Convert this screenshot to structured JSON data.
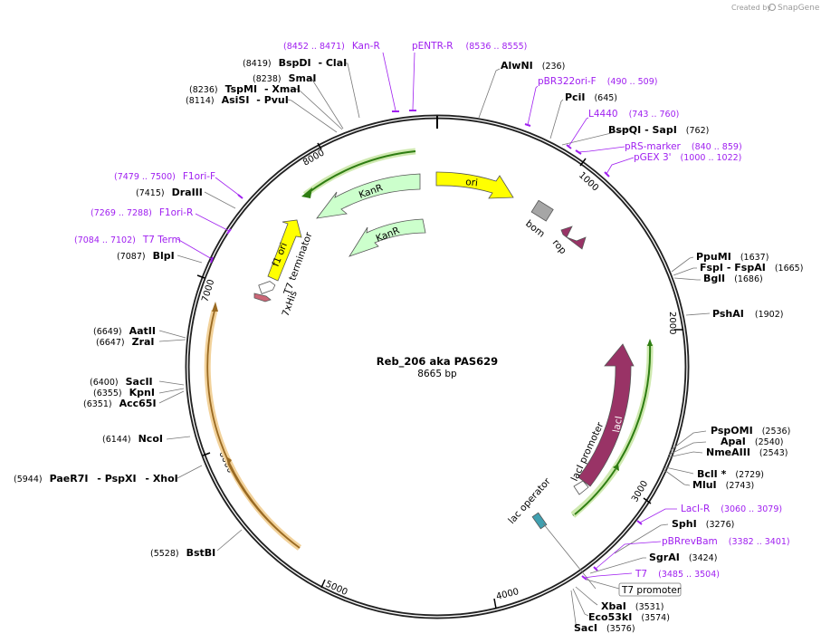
{
  "header": {
    "created_by": "Created by",
    "brand": "SnapGene"
  },
  "plasmid": {
    "name": "Reb_206 aka PAS629",
    "size": "8665 bp"
  },
  "ticks": [
    "1000",
    "2000",
    "3000",
    "4000",
    "5000",
    "6000",
    "7000",
    "8000"
  ],
  "enzymes": [
    {
      "name": "AlwNI",
      "pos": "(236)"
    },
    {
      "name": "PciI",
      "pos": "(645)"
    },
    {
      "name": "BspQI",
      "sep": " - ",
      "name2": "SapI",
      "pos": "(762)"
    },
    {
      "name": "PpuMI",
      "pos": "(1637)"
    },
    {
      "name": "FspI",
      "sep": " - ",
      "name2": "FspAI",
      "pos": "(1665)"
    },
    {
      "name": "BglI",
      "pos": "(1686)"
    },
    {
      "name": "PshAI",
      "pos": "(1902)"
    },
    {
      "name": "PspOMI",
      "pos": "(2536)"
    },
    {
      "name": "ApaI",
      "pos": "(2540)"
    },
    {
      "name": "NmeAIII",
      "pos": "(2543)"
    },
    {
      "name": "BclI *",
      "pos": "(2729)"
    },
    {
      "name": "MluI",
      "pos": "(2743)"
    },
    {
      "name": "SphI",
      "pos": "(3276)"
    },
    {
      "name": "SgrAI",
      "pos": "(3424)"
    },
    {
      "name": "XbaI",
      "pos": "(3531)"
    },
    {
      "name": "Eco53kI",
      "pos": "(3574)"
    },
    {
      "name": "SacI",
      "pos": "(3576)"
    },
    {
      "name": "BstBI",
      "pos": "(5528)"
    },
    {
      "name": "PaeR7I",
      "sep": " - ",
      "name2": "PspXI",
      "sep2": " - ",
      "name3": "XhoI",
      "pos": "(5944)"
    },
    {
      "name": "NcoI",
      "pos": "(6144)"
    },
    {
      "name": "Acc65I",
      "pos": "(6351)"
    },
    {
      "name": "KpnI",
      "pos": "(6355)"
    },
    {
      "name": "SacII",
      "pos": "(6400)"
    },
    {
      "name": "ZraI",
      "pos": "(6647)"
    },
    {
      "name": "AatII",
      "pos": "(6649)"
    },
    {
      "name": "BlpI",
      "pos": "(7087)"
    },
    {
      "name": "DraIII",
      "pos": "(7415)"
    },
    {
      "name": "AsiSI",
      "sep": " - ",
      "name2": "PvuI",
      "pos": "(8114)"
    },
    {
      "name": "TspMI",
      "sep": " - ",
      "name2": "XmaI",
      "pos": "(8236)"
    },
    {
      "name": "SmaI",
      "pos": "(8238)"
    },
    {
      "name": "BspDI",
      "sep": " - ",
      "name2": "ClaI",
      "pos": "(8419)"
    }
  ],
  "primers": [
    {
      "name": "Kan-R",
      "range": "(8452 .. 8471)"
    },
    {
      "name": "pENTR-R",
      "range": "(8536 .. 8555)"
    },
    {
      "name": "pBR322ori-F",
      "range": "(490 .. 509)"
    },
    {
      "name": "L4440",
      "range": "(743 .. 760)"
    },
    {
      "name": "pRS-marker",
      "range": "(840 .. 859)"
    },
    {
      "name": "pGEX 3'",
      "range": "(1000 .. 1022)"
    },
    {
      "name": "LacI-R",
      "range": "(3060 .. 3079)"
    },
    {
      "name": "pBRrevBam",
      "range": "(3382 .. 3401)"
    },
    {
      "name": "T7",
      "range": "(3485 .. 3504)"
    },
    {
      "name": "T7 Term",
      "range": "(7084 .. 7102)"
    },
    {
      "name": "F1ori-R",
      "range": "(7269 .. 7288)"
    },
    {
      "name": "F1ori-F",
      "range": "(7479 .. 7500)"
    }
  ],
  "features": {
    "ori": "ori",
    "kanr1": "KanR",
    "kanr2": "KanR",
    "bom": "bom",
    "rop": "rop",
    "f1ori": "f1 ori",
    "t7term": "T7 terminator",
    "his": "7xHis",
    "laci": "lacI",
    "laci_prom": "lacI promoter",
    "lac_op": "lac operator",
    "t7prom": "T7 promoter"
  },
  "colors": {
    "ori": "#ffff00",
    "kanr": "#ccffcc",
    "bom": "#a6a6a6",
    "rop": "#993366",
    "laci": "#993366",
    "green_arc": "#2e7d12",
    "orange_arc": "#e5b26f",
    "primer": "#a020f0",
    "lac_op": "#40a0b0"
  }
}
